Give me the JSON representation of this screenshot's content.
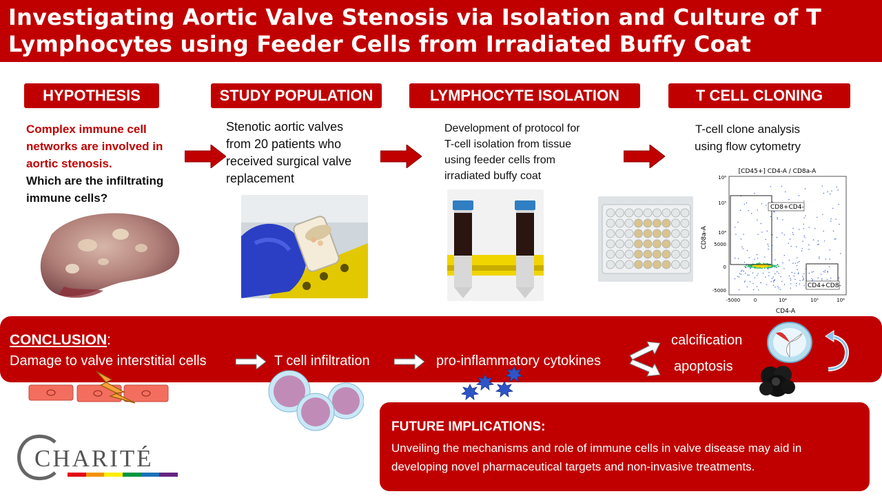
{
  "header": {
    "title_line1": "Investigating Aortic Valve Stenosis via Isolation and Culture of T",
    "title_line2": "Lymphocytes using Feeder Cells from Irradiated Buffy Coat"
  },
  "sections": {
    "hypothesis": {
      "label": "HYPOTHESIS",
      "red_text": [
        "Complex immune cell",
        "networks are involved in",
        "aortic stenosis."
      ],
      "black_text": [
        "Which are the infiltrating",
        "immune cells?"
      ]
    },
    "study_population": {
      "label": "STUDY POPULATION",
      "text": [
        "Stenotic aortic valves",
        "from 20 patients who",
        "received surgical valve",
        "replacement"
      ]
    },
    "lymphocyte_isolation": {
      "label": "LYMPHOCYTE ISOLATION",
      "text": [
        "Development of protocol for",
        "T-cell isolation from tissue",
        "using feeder cells from",
        "irradiated buffy coat"
      ]
    },
    "t_cell_cloning": {
      "label": "T CELL CLONING",
      "text": [
        "T-cell clone analysis",
        "using flow cytometry"
      ]
    }
  },
  "flow_plot": {
    "title": "[CD45+] CD4-A / CD8a-A",
    "xlabel": "CD4-A",
    "ylabel": "CD8a-A",
    "gate_top": "CD8+CD4-",
    "gate_bottom": "CD4+CD8-",
    "y_ticks": [
      "10⁶",
      "10⁵",
      "10⁴",
      "5000",
      "0",
      "-5000"
    ],
    "x_ticks": [
      "-5000",
      "0",
      "10⁴",
      "10⁵",
      "10⁶"
    ]
  },
  "conclusion": {
    "label": "CONCLUSION",
    "colon": ":",
    "step1": "Damage to valve interstitial cells",
    "step2": "T cell infiltration",
    "step3": "pro-inflammatory cytokines",
    "outcome1": "calcification",
    "outcome2": "apoptosis"
  },
  "future": {
    "title": "FUTURE IMPLICATIONS:",
    "line1": "Unveiling the mechanisms and role of immune cells in valve disease may aid in",
    "line2": "developing novel pharmaceutical targets and non-invasive treatments."
  },
  "logo": {
    "text": "CHARITÉ",
    "stripe_colors": [
      "#e30613",
      "#f39200",
      "#ffed00",
      "#009640",
      "#1d71b8",
      "#662483"
    ]
  },
  "colors": {
    "accent": "#c00000",
    "white": "#ffffff"
  }
}
